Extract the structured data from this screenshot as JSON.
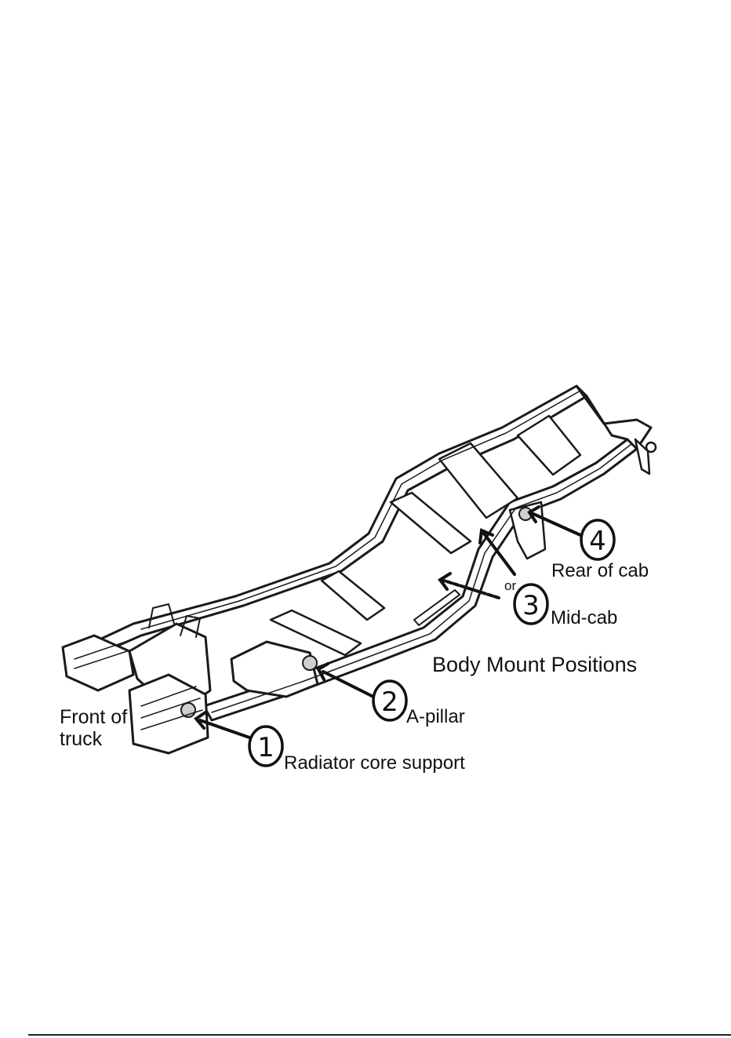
{
  "diagram": {
    "title": "Body Mount Positions",
    "front_label": [
      "Front of",
      "truck"
    ],
    "or_label": "or",
    "callouts": [
      {
        "number": "1",
        "label": "Radiator core support"
      },
      {
        "number": "2",
        "label": "A-pillar"
      },
      {
        "number": "3",
        "label": "Mid-cab"
      },
      {
        "number": "4",
        "label": "Rear of cab"
      }
    ]
  },
  "colors": {
    "ink": "#111111",
    "background": "#ffffff",
    "shade": "#cfcfcf"
  }
}
